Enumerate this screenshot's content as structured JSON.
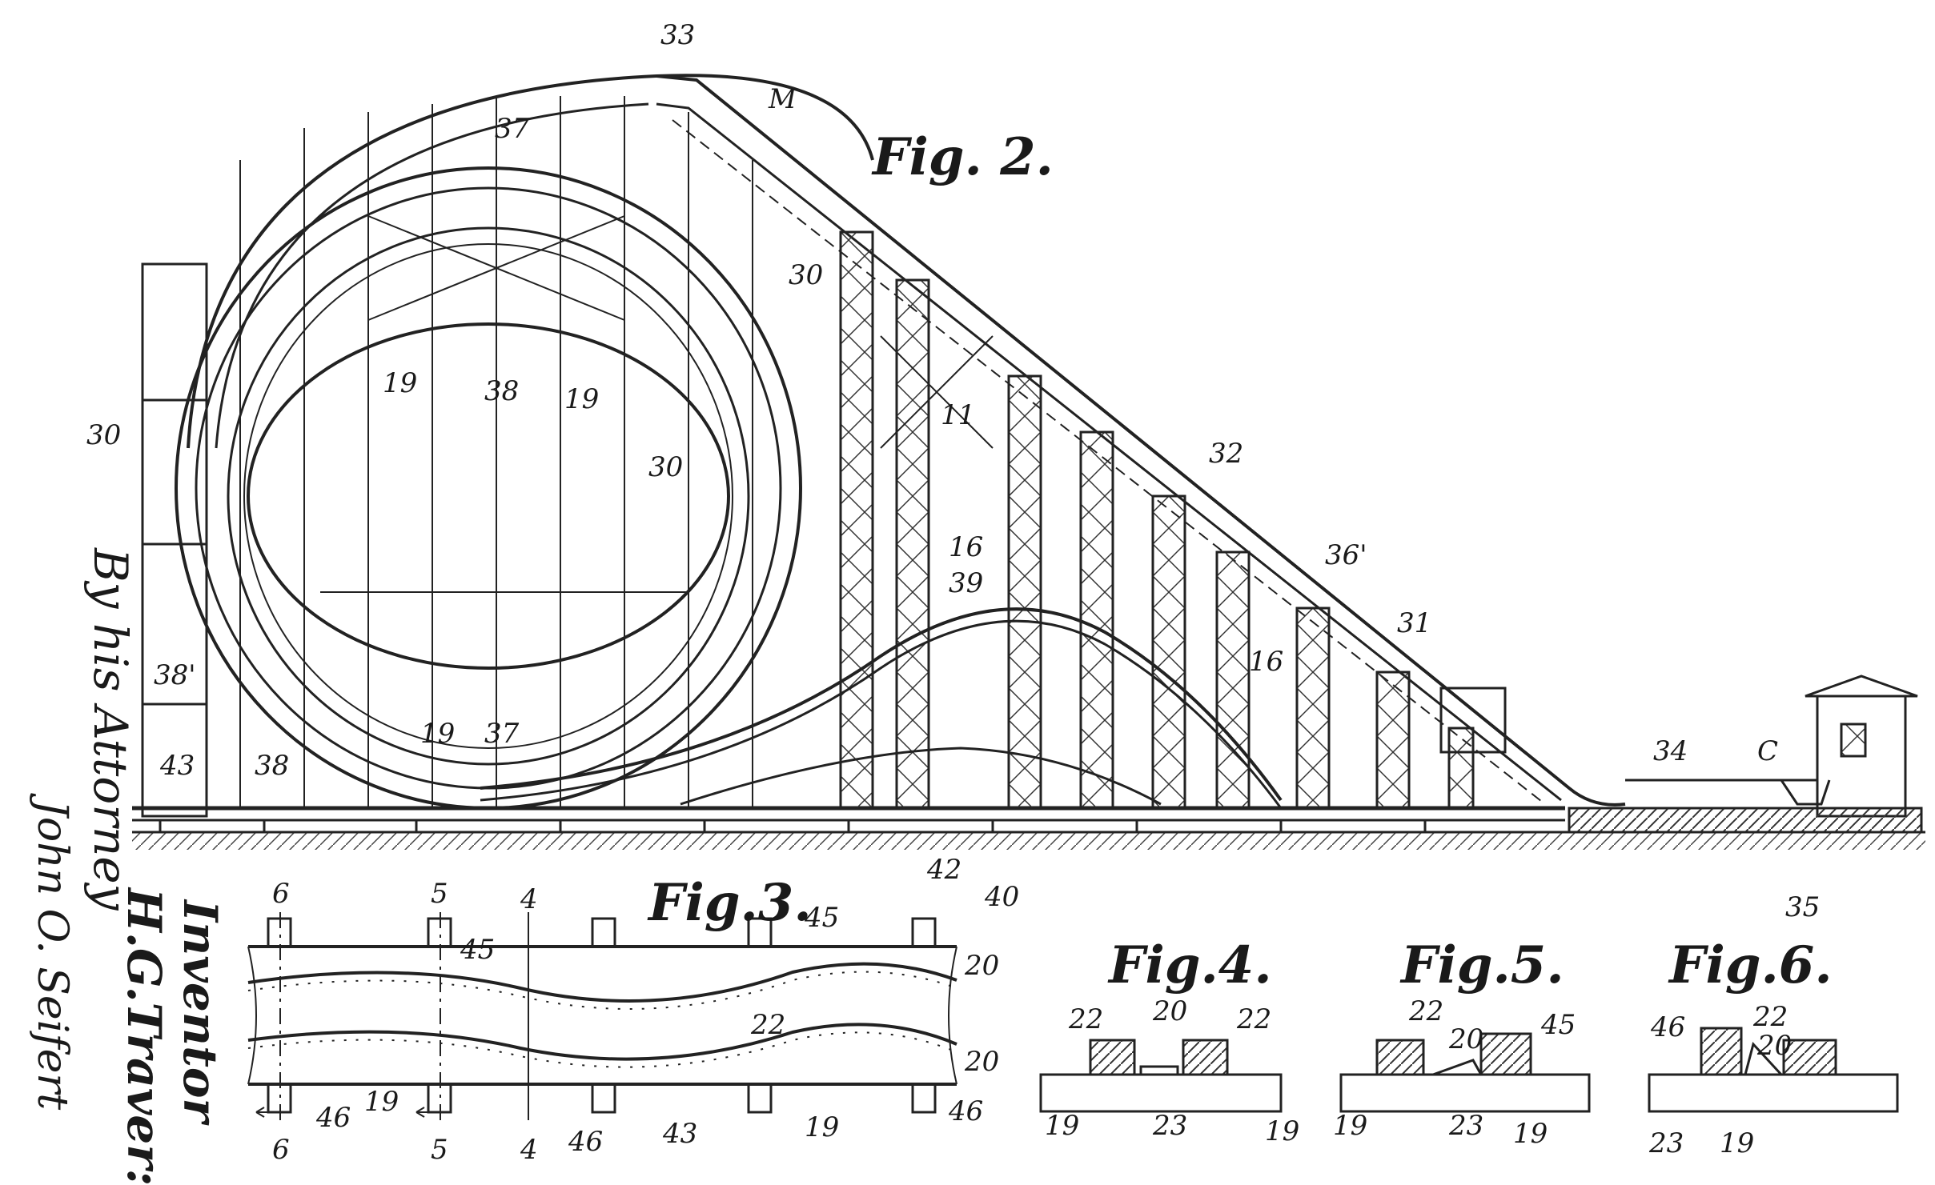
{
  "figures": {
    "fig2": "Fig. 2.",
    "fig3": "Fig.3.",
    "fig4": "Fig.4.",
    "fig5": "Fig.5.",
    "fig6": "Fig.6."
  },
  "side_text": {
    "inventor": "Inventor",
    "inventor_name": "H.G.Traver:",
    "attorney": "By his Attorney",
    "signature": "John O. Seifert"
  },
  "labels_fig2": [
    "33",
    "M",
    "37",
    "30",
    "30",
    "19",
    "38",
    "19",
    "30",
    "11",
    "16",
    "32",
    "36'",
    "39",
    "31",
    "16",
    "38'",
    "19",
    "37",
    "43",
    "38",
    "42",
    "40",
    "34",
    "C",
    "35"
  ],
  "labels_fig3": [
    "6",
    "5",
    "4",
    "45",
    "45",
    "20",
    "22",
    "20",
    "46",
    "19",
    "46",
    "43",
    "19",
    "46",
    "6",
    "5",
    "4"
  ],
  "labels_fig4": [
    "22",
    "20",
    "22",
    "19",
    "23",
    "19"
  ],
  "labels_fig5": [
    "22",
    "20",
    "45",
    "19",
    "23",
    "19"
  ],
  "labels_fig6": [
    "46",
    "22",
    "20",
    "23",
    "19"
  ]
}
